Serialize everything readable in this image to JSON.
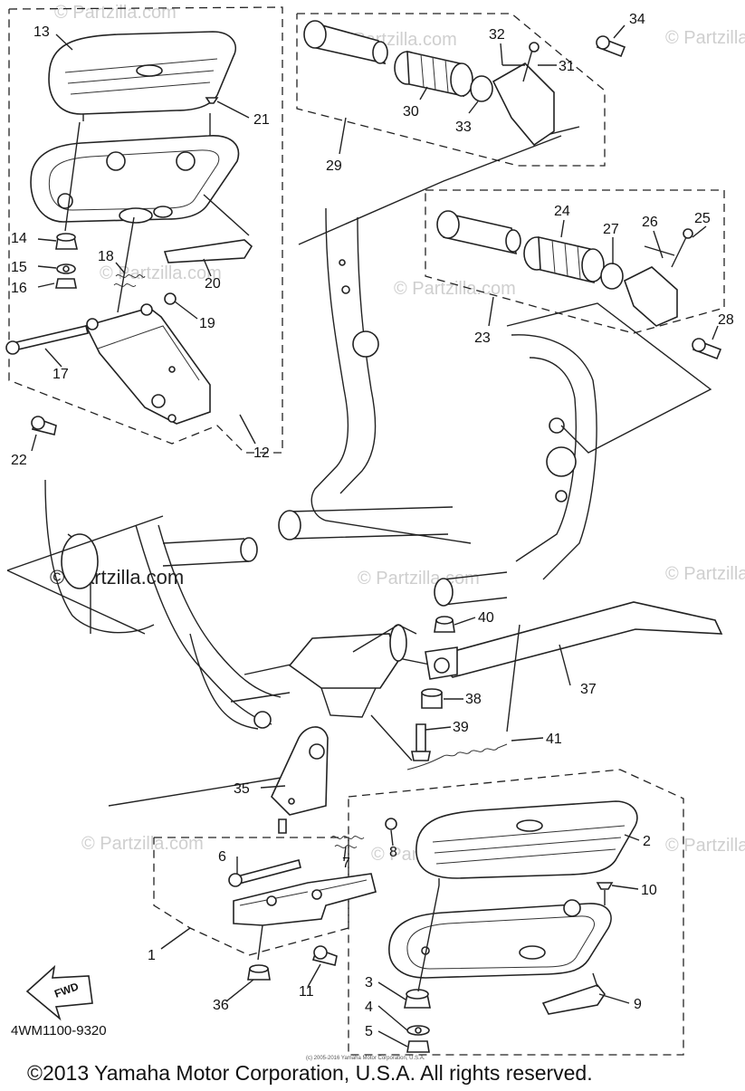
{
  "diagram": {
    "diagram_code": "4WM1100-9320",
    "copyright": "©2013 Yamaha Motor Corporation, U.S.A. All rights reserved.",
    "fine_print": "(c) 2005-2016 Yamaha Motor Corporation, U.S.A.",
    "watermark": "© Partzilla.com",
    "fwd_label": "FWD",
    "callouts": {
      "c1": "1",
      "c2": "2",
      "c3": "3",
      "c4": "4",
      "c5": "5",
      "c6": "6",
      "c7": "7",
      "c8": "8",
      "c9": "9",
      "c10": "10",
      "c11": "11",
      "c12": "12",
      "c13": "13",
      "c14": "14",
      "c15": "15",
      "c16": "16",
      "c17": "17",
      "c18": "18",
      "c19": "19",
      "c20": "20",
      "c21": "21",
      "c22": "22",
      "c23": "23",
      "c24": "24",
      "c25": "25",
      "c26": "26",
      "c27": "27",
      "c28": "28",
      "c29": "29",
      "c30": "30",
      "c31": "31",
      "c32": "32",
      "c33": "33",
      "c34": "34",
      "c35": "35",
      "c36": "36",
      "c37": "37",
      "c38": "38",
      "c39": "39",
      "c40": "40",
      "c41": "41"
    }
  }
}
